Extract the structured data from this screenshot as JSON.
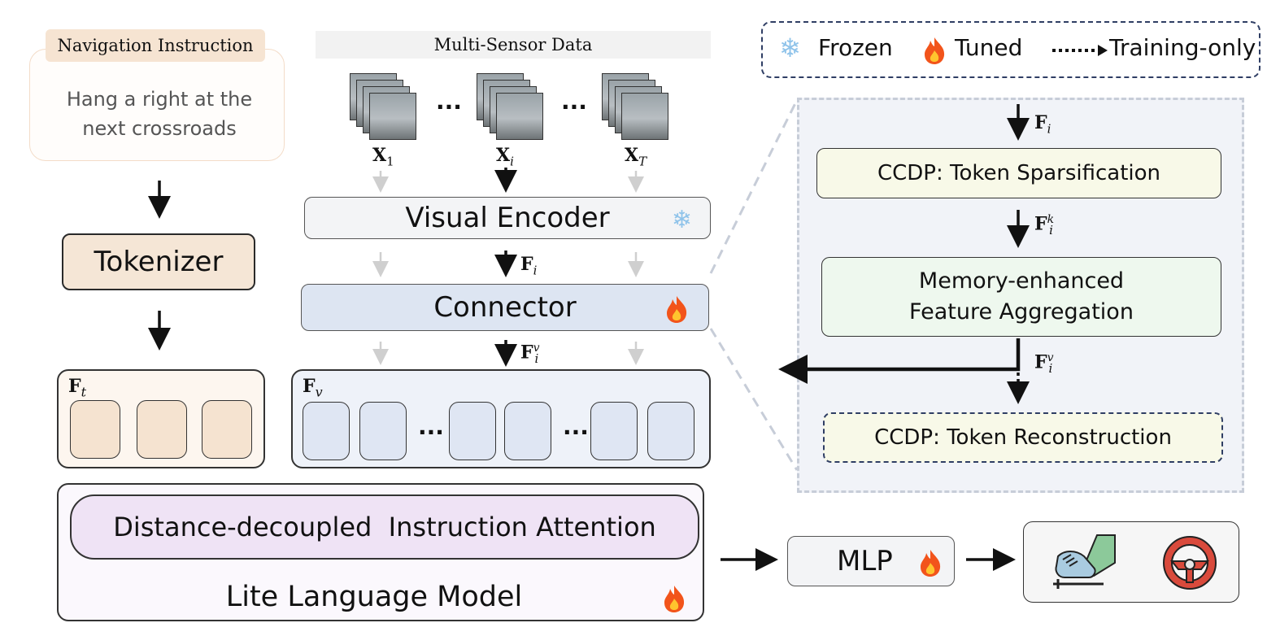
{
  "navigation": {
    "title": "Navigation Instruction",
    "instruction_line1": "Hang a right at the",
    "instruction_line2": "next crossroads"
  },
  "tokenizer": {
    "label": "Tokenizer"
  },
  "text_tokens": {
    "label": "F",
    "sub": "t"
  },
  "visual_tokens": {
    "label": "F",
    "sub": "v",
    "ellipsis": "..."
  },
  "sensor": {
    "title": "Multi-Sensor Data",
    "frames": [
      {
        "label": "X",
        "sub": "1"
      },
      {
        "label": "X",
        "sub": "i"
      },
      {
        "label": "X",
        "sub": "T"
      }
    ],
    "ellipsis": "..."
  },
  "visual_encoder": {
    "label": "Visual Encoder",
    "icon": "snowflake-icon"
  },
  "connector": {
    "label": "Connector",
    "icon": "flame-icon"
  },
  "features": {
    "fi": {
      "base": "F",
      "sub": "i"
    },
    "fiv": {
      "base": "F",
      "sub": "i",
      "sup": "v"
    },
    "fik": {
      "base": "F",
      "sub": "i",
      "sup": "k"
    }
  },
  "legend": {
    "frozen": "Frozen",
    "tuned": "Tuned",
    "training_only": "Training-only"
  },
  "zoom": {
    "sparsification": "CCDP: Token Sparsification",
    "memory_line1": "Memory-enhanced",
    "memory_line2": "Feature Aggregation",
    "reconstruction": "CCDP: Token Reconstruction"
  },
  "llm": {
    "attention": "Distance-decoupled  Instruction Attention",
    "label": "Lite Language Model"
  },
  "mlp": {
    "label": "MLP"
  },
  "actions": {
    "icons": [
      "pedal-icon",
      "steering-wheel-icon"
    ]
  },
  "colors": {
    "tan": "#f5e6d6",
    "blue": "#dde5f2",
    "purple": "#efe3f5",
    "flame": "#f2541b",
    "ice": "#8fc3ea"
  }
}
